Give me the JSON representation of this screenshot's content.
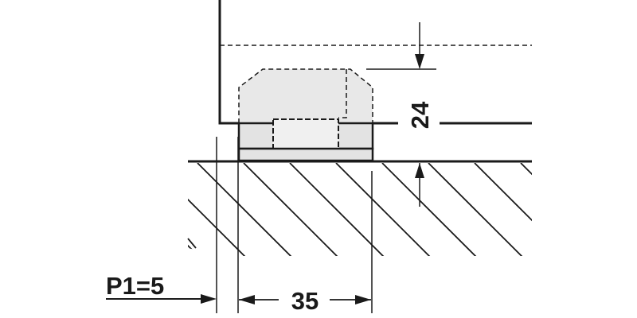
{
  "labels": {
    "gap_dimension": "24",
    "width_dimension": "35",
    "offset_dimension": "P1=5"
  },
  "colors": {
    "line": "#1a1a1a",
    "part_fill": "#e3e3e3",
    "part_body_fill": "#f0f0f0",
    "background": "#ffffff"
  }
}
